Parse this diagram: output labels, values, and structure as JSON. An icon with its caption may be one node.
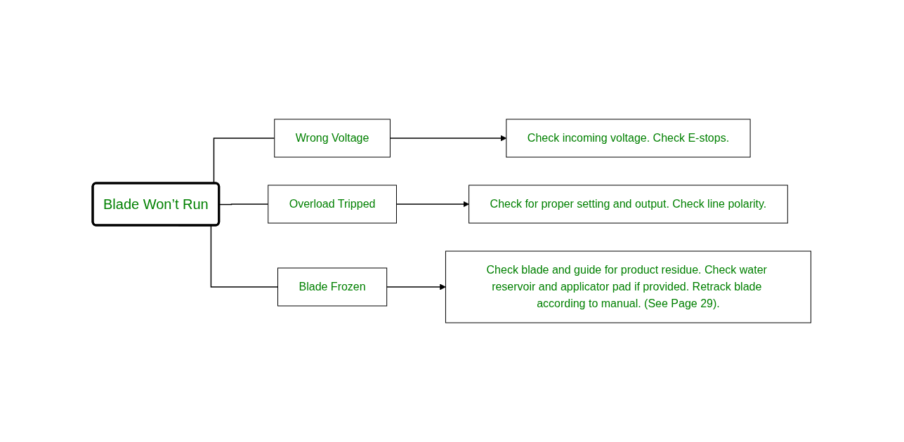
{
  "diagram": {
    "nodes": [
      {
        "text": [
          "Blade Won’t Run"
        ]
      },
      {
        "text": [
          "Wrong Voltage"
        ]
      },
      {
        "text": [
          "Check incoming voltage. Check E-stops."
        ]
      },
      {
        "text": [
          "Overload Tripped"
        ]
      },
      {
        "text": [
          "Check for proper setting and output. Check line polarity."
        ]
      },
      {
        "text": [
          "Blade Frozen"
        ]
      },
      {
        "text": [
          "Check blade and guide for product residue. Check water reservoir and applicator pad if provided. Retrack blade according to manual. (See Page 29)."
        ]
      }
    ],
    "edges": [
      {
        "from": 0,
        "to": 1,
        "arrow": "none"
      },
      {
        "from": 0,
        "to": 3,
        "arrow": "none"
      },
      {
        "from": 0,
        "to": 5,
        "arrow": "none"
      },
      {
        "from": 1,
        "to": 2,
        "arrow": "to"
      },
      {
        "from": 3,
        "to": 4,
        "arrow": "to"
      },
      {
        "from": 5,
        "to": 6,
        "arrow": "to"
      }
    ]
  }
}
